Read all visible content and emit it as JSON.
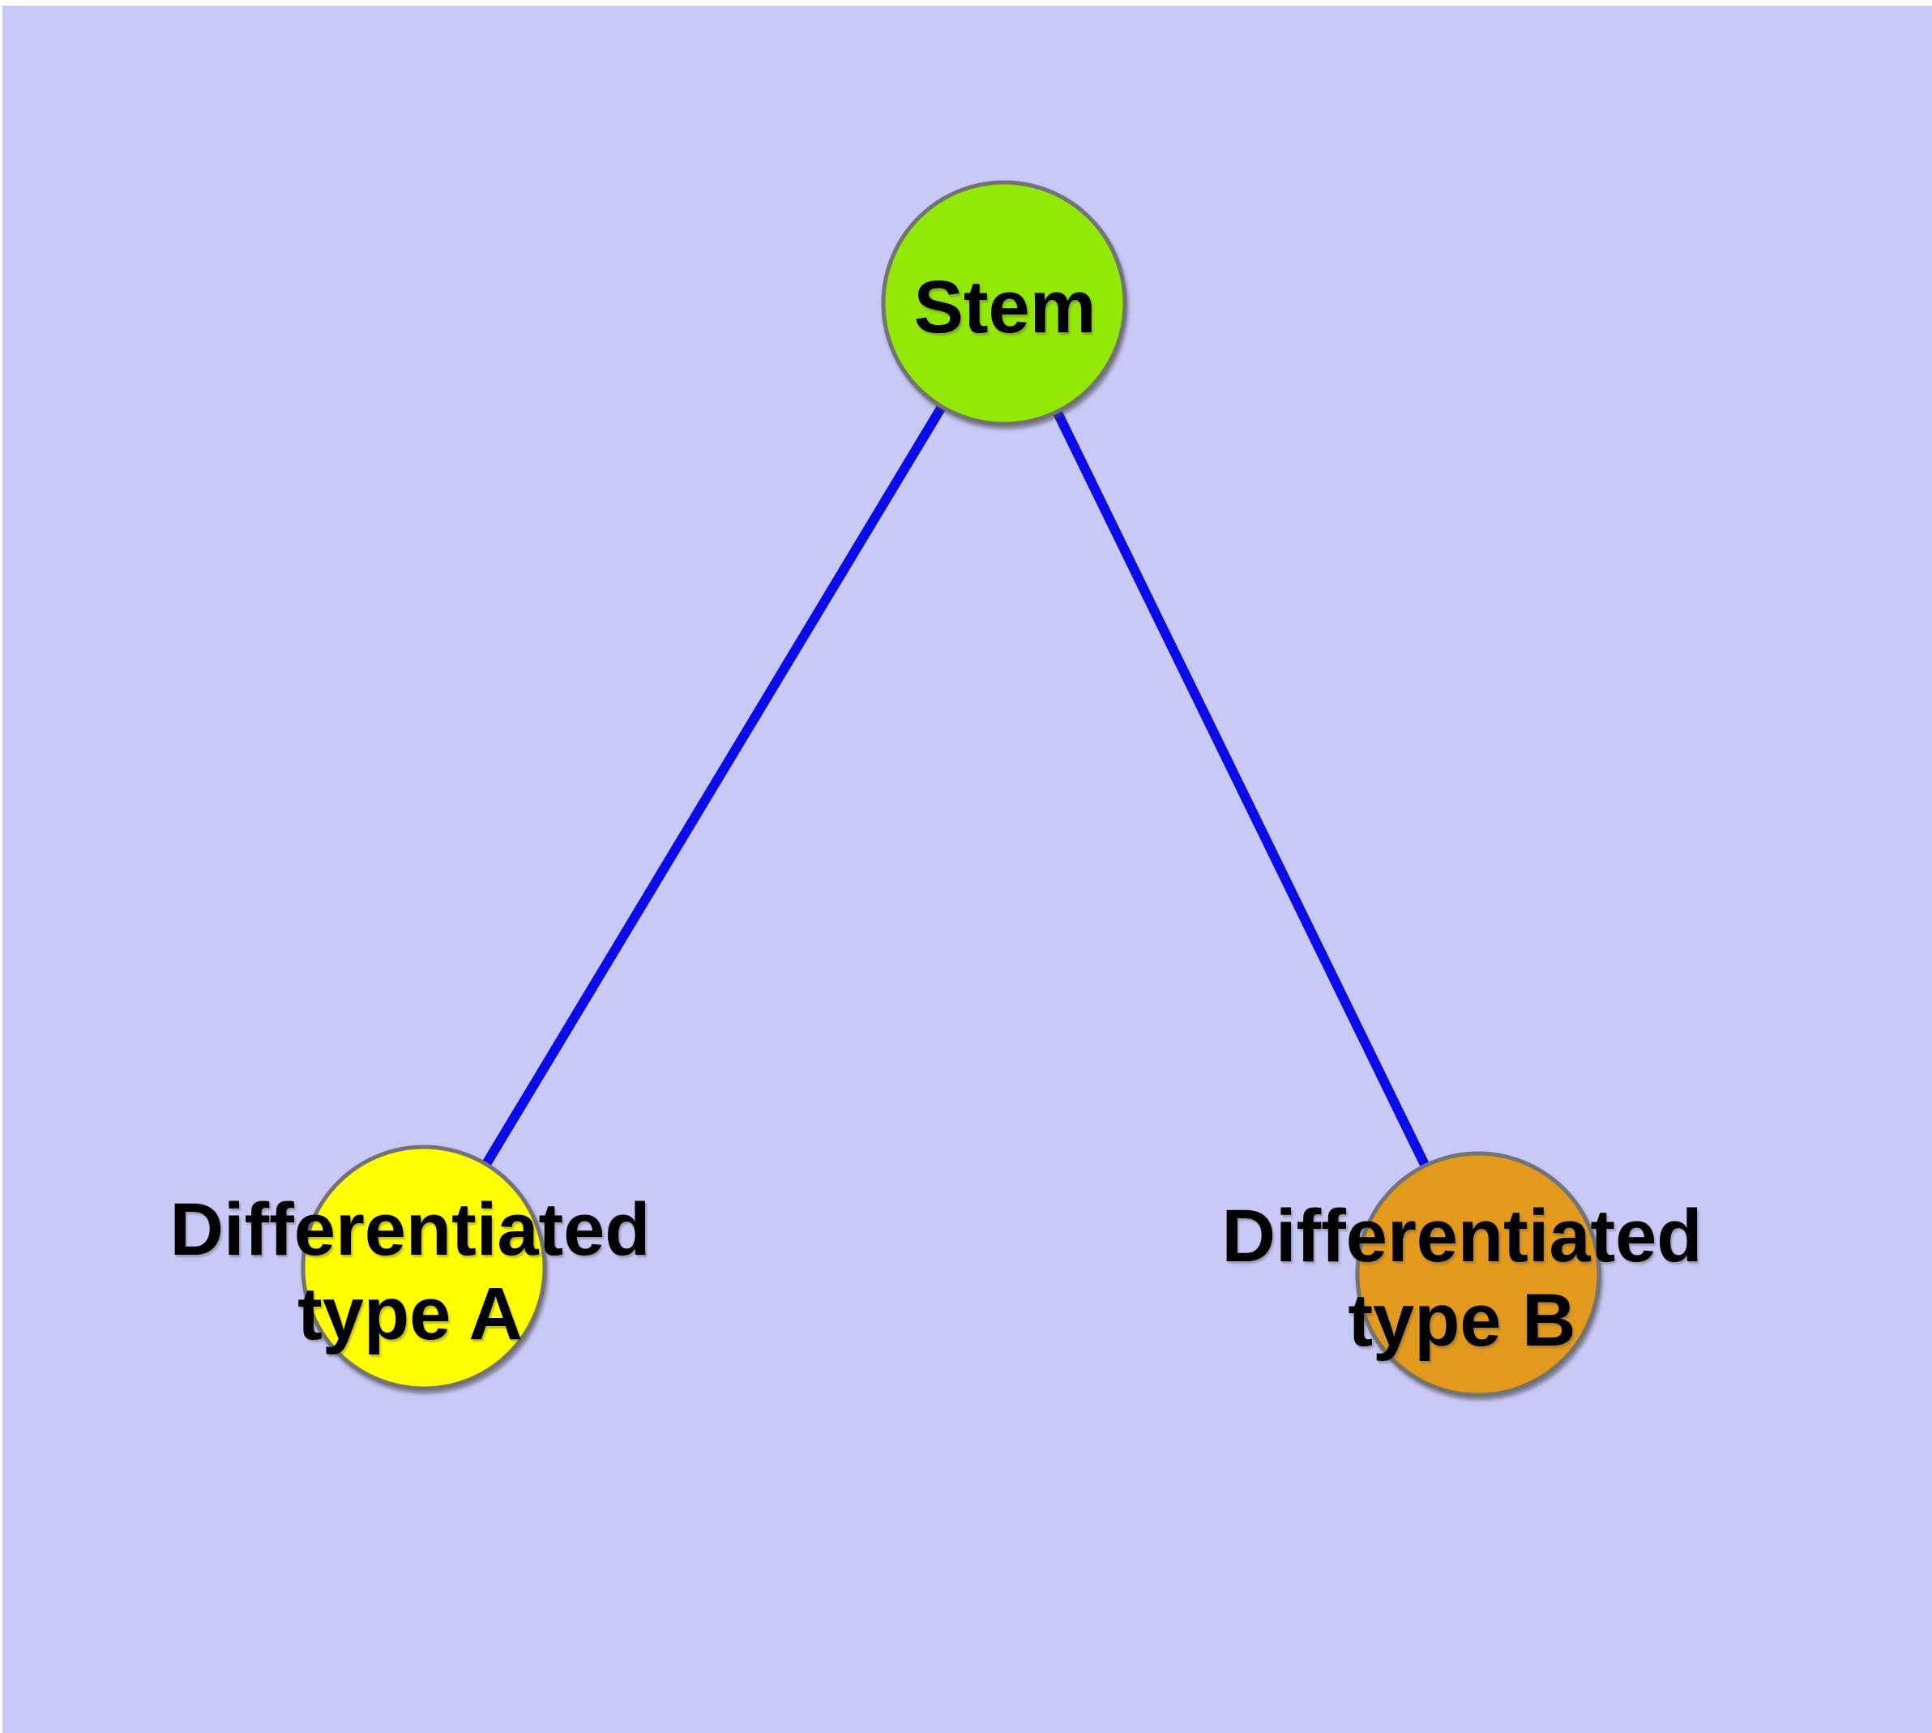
{
  "diagram": {
    "background_color": "#C9C9F8",
    "frame_color": "#FFFFFF",
    "edge_color": "#0B0BE8",
    "node_border_color": "#737373",
    "label_color": "#000000",
    "nodes": {
      "stem": {
        "label": "Stem",
        "fill": "#93E805"
      },
      "type_a": {
        "label_line1": "Differentiated",
        "label_line2": "type A",
        "fill": "#FFFF00"
      },
      "type_b": {
        "label_line1": "Differentiated",
        "label_line2": "type B",
        "fill": "#E2991C"
      }
    }
  }
}
